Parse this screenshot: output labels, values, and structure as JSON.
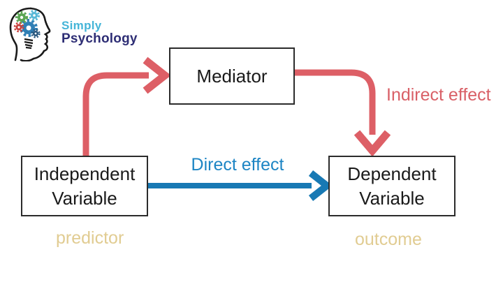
{
  "logo": {
    "brand_top": "Simply",
    "brand_bottom": "Psychology"
  },
  "boxes": {
    "mediator": "Mediator",
    "independent": "Independent\nVariable",
    "dependent": "Dependent\nVariable"
  },
  "labels": {
    "direct_effect": "Direct effect",
    "indirect_effect": "Indirect effect",
    "predictor": "predictor",
    "outcome": "outcome"
  },
  "colors": {
    "direct_arrow": "#1879b4",
    "indirect_arrow": "#dd5f66",
    "direct_label": "#1d85c4",
    "indirect_label": "#d96067",
    "role_label": "#e1cc92",
    "box_border": "#2b2b2b",
    "logo_simply": "#45b5d8",
    "logo_psychology": "#2e2e75"
  }
}
